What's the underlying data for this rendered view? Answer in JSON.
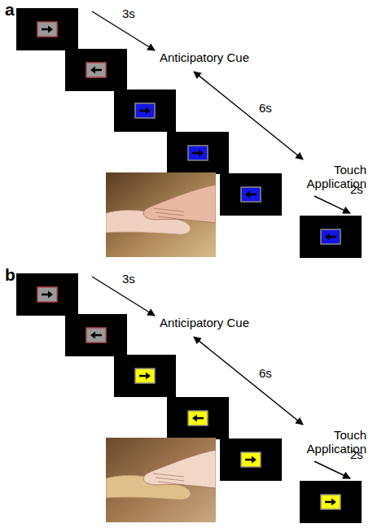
{
  "diagram": {
    "labels": [
      "a",
      "3s",
      "Anticipatory Cue",
      "6s",
      "Touch Application",
      "2s",
      "b",
      "3s",
      "Anticipatory Cue",
      "6s",
      "Touch Application",
      "2s"
    ]
  }
}
